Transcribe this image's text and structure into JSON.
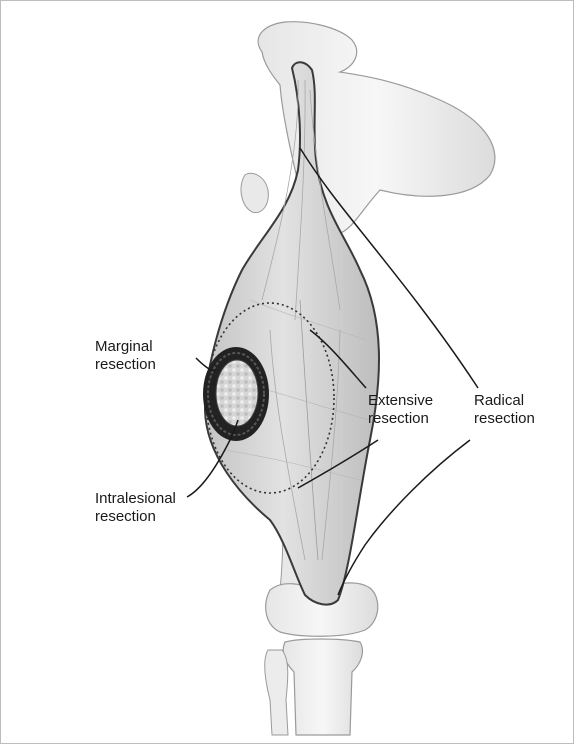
{
  "labels": {
    "marginal": {
      "line1": "Marginal",
      "line2": "resection"
    },
    "intralesional": {
      "line1": "Intralesional",
      "line2": "resection"
    },
    "extensive": {
      "line1": "Extensive",
      "line2": "resection"
    },
    "radical": {
      "line1": "Radical",
      "line2": "resection"
    }
  },
  "colors": {
    "bone_fill": "#ececec",
    "bone_stroke": "#8a8a8a",
    "muscle_fill": "#d3d3d3",
    "muscle_stroke": "#3a3a3a",
    "lesion_ring": "#222222",
    "lesion_core": "#d9d9d9",
    "leader": "#1a1a1a",
    "boundary_dotted": "#333333"
  }
}
